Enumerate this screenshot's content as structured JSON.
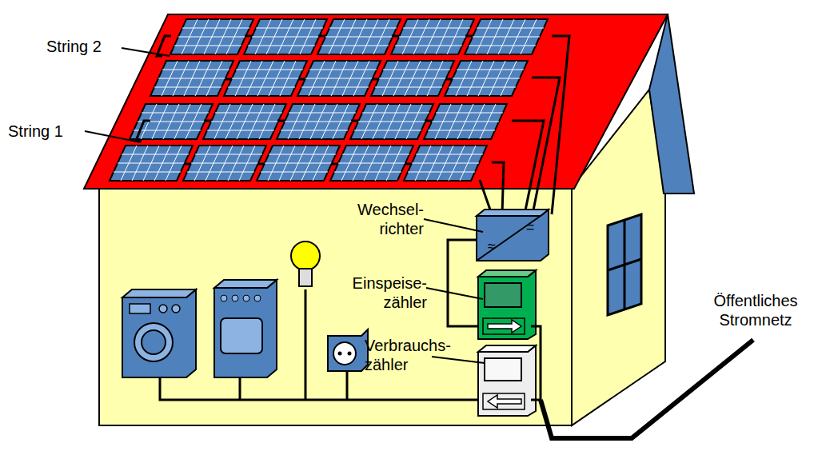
{
  "diagram": {
    "labels": [
      "String 2",
      "String 1",
      "Wechsel- richter",
      "≈",
      "=",
      "Einspeise- zähler",
      "Verbrauchs- zähler",
      "Öffentliches Stromnetz"
    ]
  }
}
